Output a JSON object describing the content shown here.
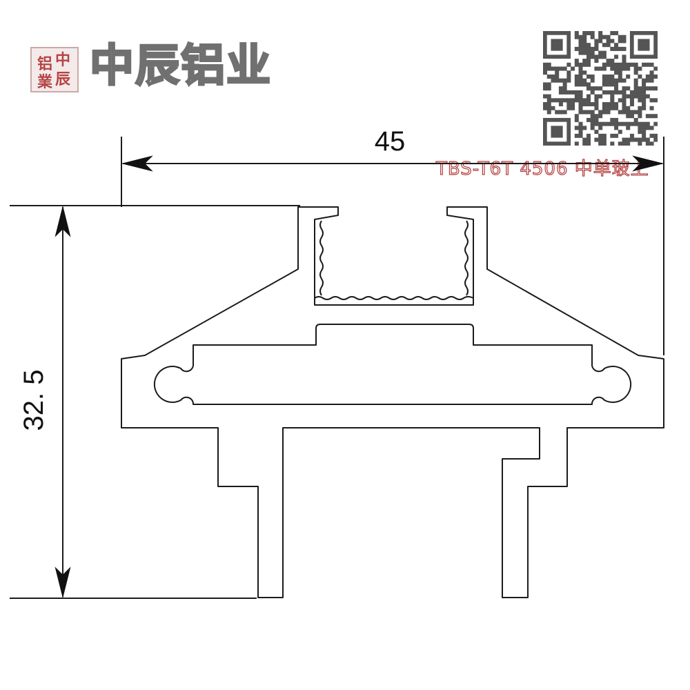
{
  "brand": {
    "stamp_chars": [
      "中",
      "铝",
      "辰",
      "業"
    ],
    "name": "中辰铝业"
  },
  "watermark": "TBS-T6T 4506 中单玻上",
  "dimensions": {
    "width_label": "45",
    "height_label": "32. 5"
  },
  "colors": {
    "line": "#1a1a1a",
    "stamp_red": "#b54444",
    "watermark_red": "#b23a3a"
  },
  "icons": [
    "qr-code-icon"
  ]
}
